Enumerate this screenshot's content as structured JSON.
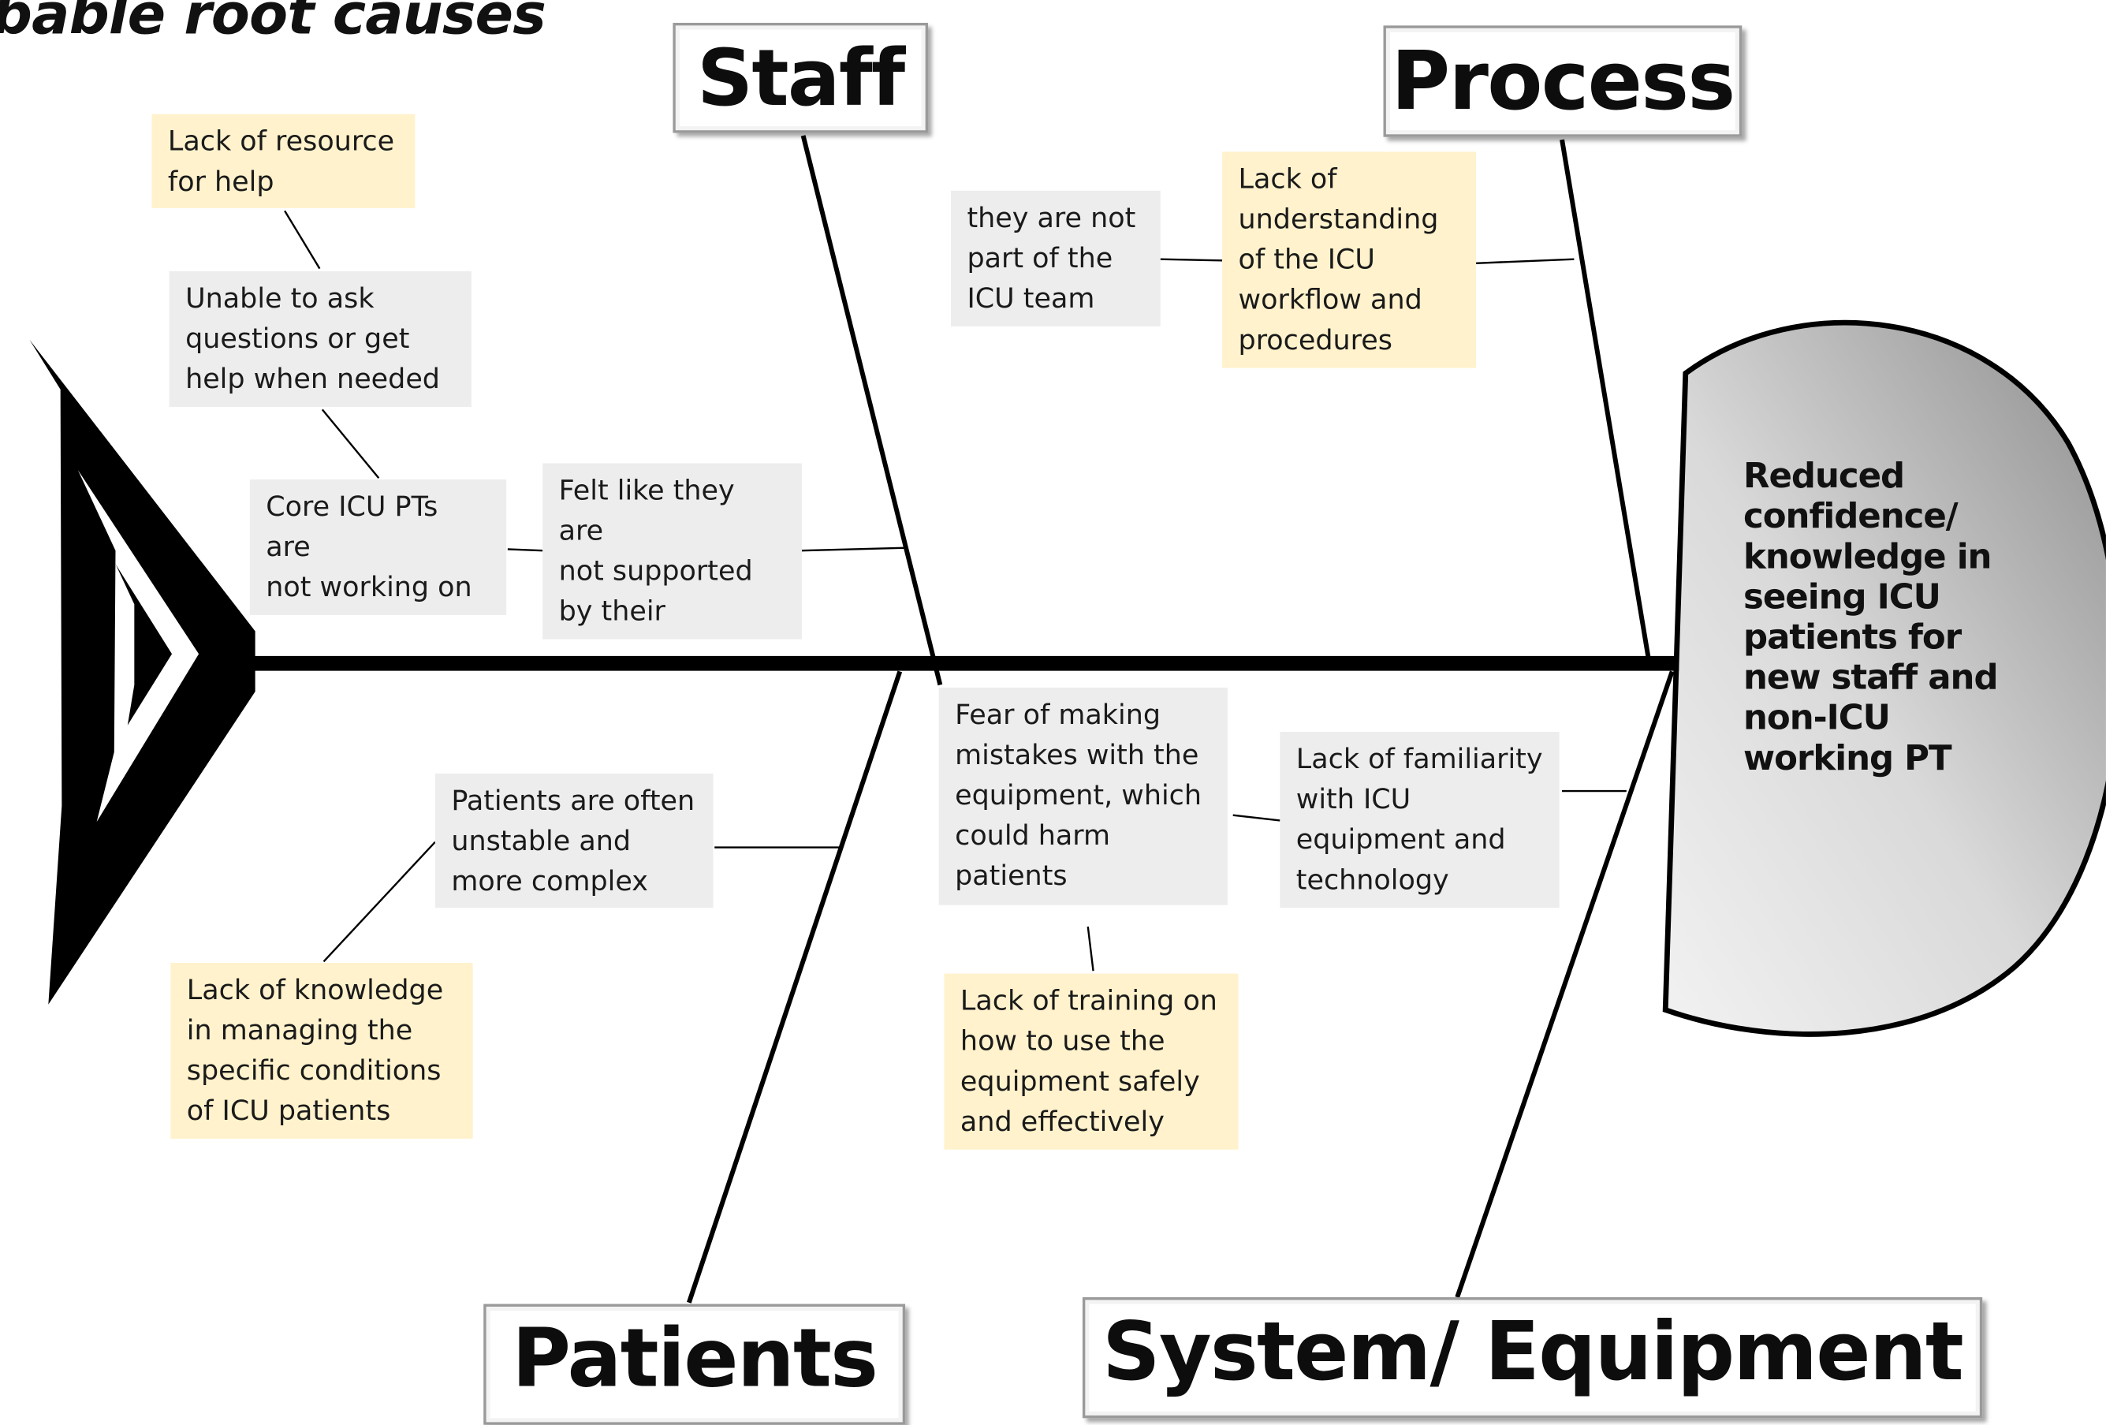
{
  "title": "bable root causes",
  "categories": {
    "staff": "Staff",
    "process": "Process",
    "patients": "Patients",
    "system": "System/ Equipment"
  },
  "effect": "Reduced\nconfidence/\nknowledge in\nseeing ICU\npatients for\nnew staff and\nnon-ICU\nworking PT",
  "causes": {
    "lack_resource_help": "Lack of resource\nfor help",
    "unable_to_ask": "Unable to ask\nquestions or get\nhelp when needed",
    "core_pts_weekend": "Core ICU PTs are\nnot working on\nweekend",
    "felt_not_supported": "Felt like they are\nnot supported\nby their\ncolleagues",
    "not_part_of_team": "they are not\npart of the\nICU team",
    "lack_understanding_workflow": "Lack of\nunderstanding\nof the ICU\nworkflow and\nprocedures",
    "patients_unstable": "Patients are often\nunstable and\nmore complex",
    "lack_knowledge_conditions": "Lack of knowledge\nin managing the\nspecific conditions\nof ICU patients",
    "fear_mistakes": "Fear of making\nmistakes with the\nequipment, which\ncould harm\npatients",
    "lack_training": "Lack of training on\nhow to use the\nequipment safely\nand effectively",
    "lack_familiarity": "Lack of familiarity\nwith ICU\nequipment and\ntechnology"
  },
  "colors": {
    "grey_box": "#ededed",
    "cream_box": "#fff2cc",
    "line": "#000000",
    "head_gradient_dark": "#8c8c8c",
    "head_gradient_light": "#f2f2f2"
  }
}
